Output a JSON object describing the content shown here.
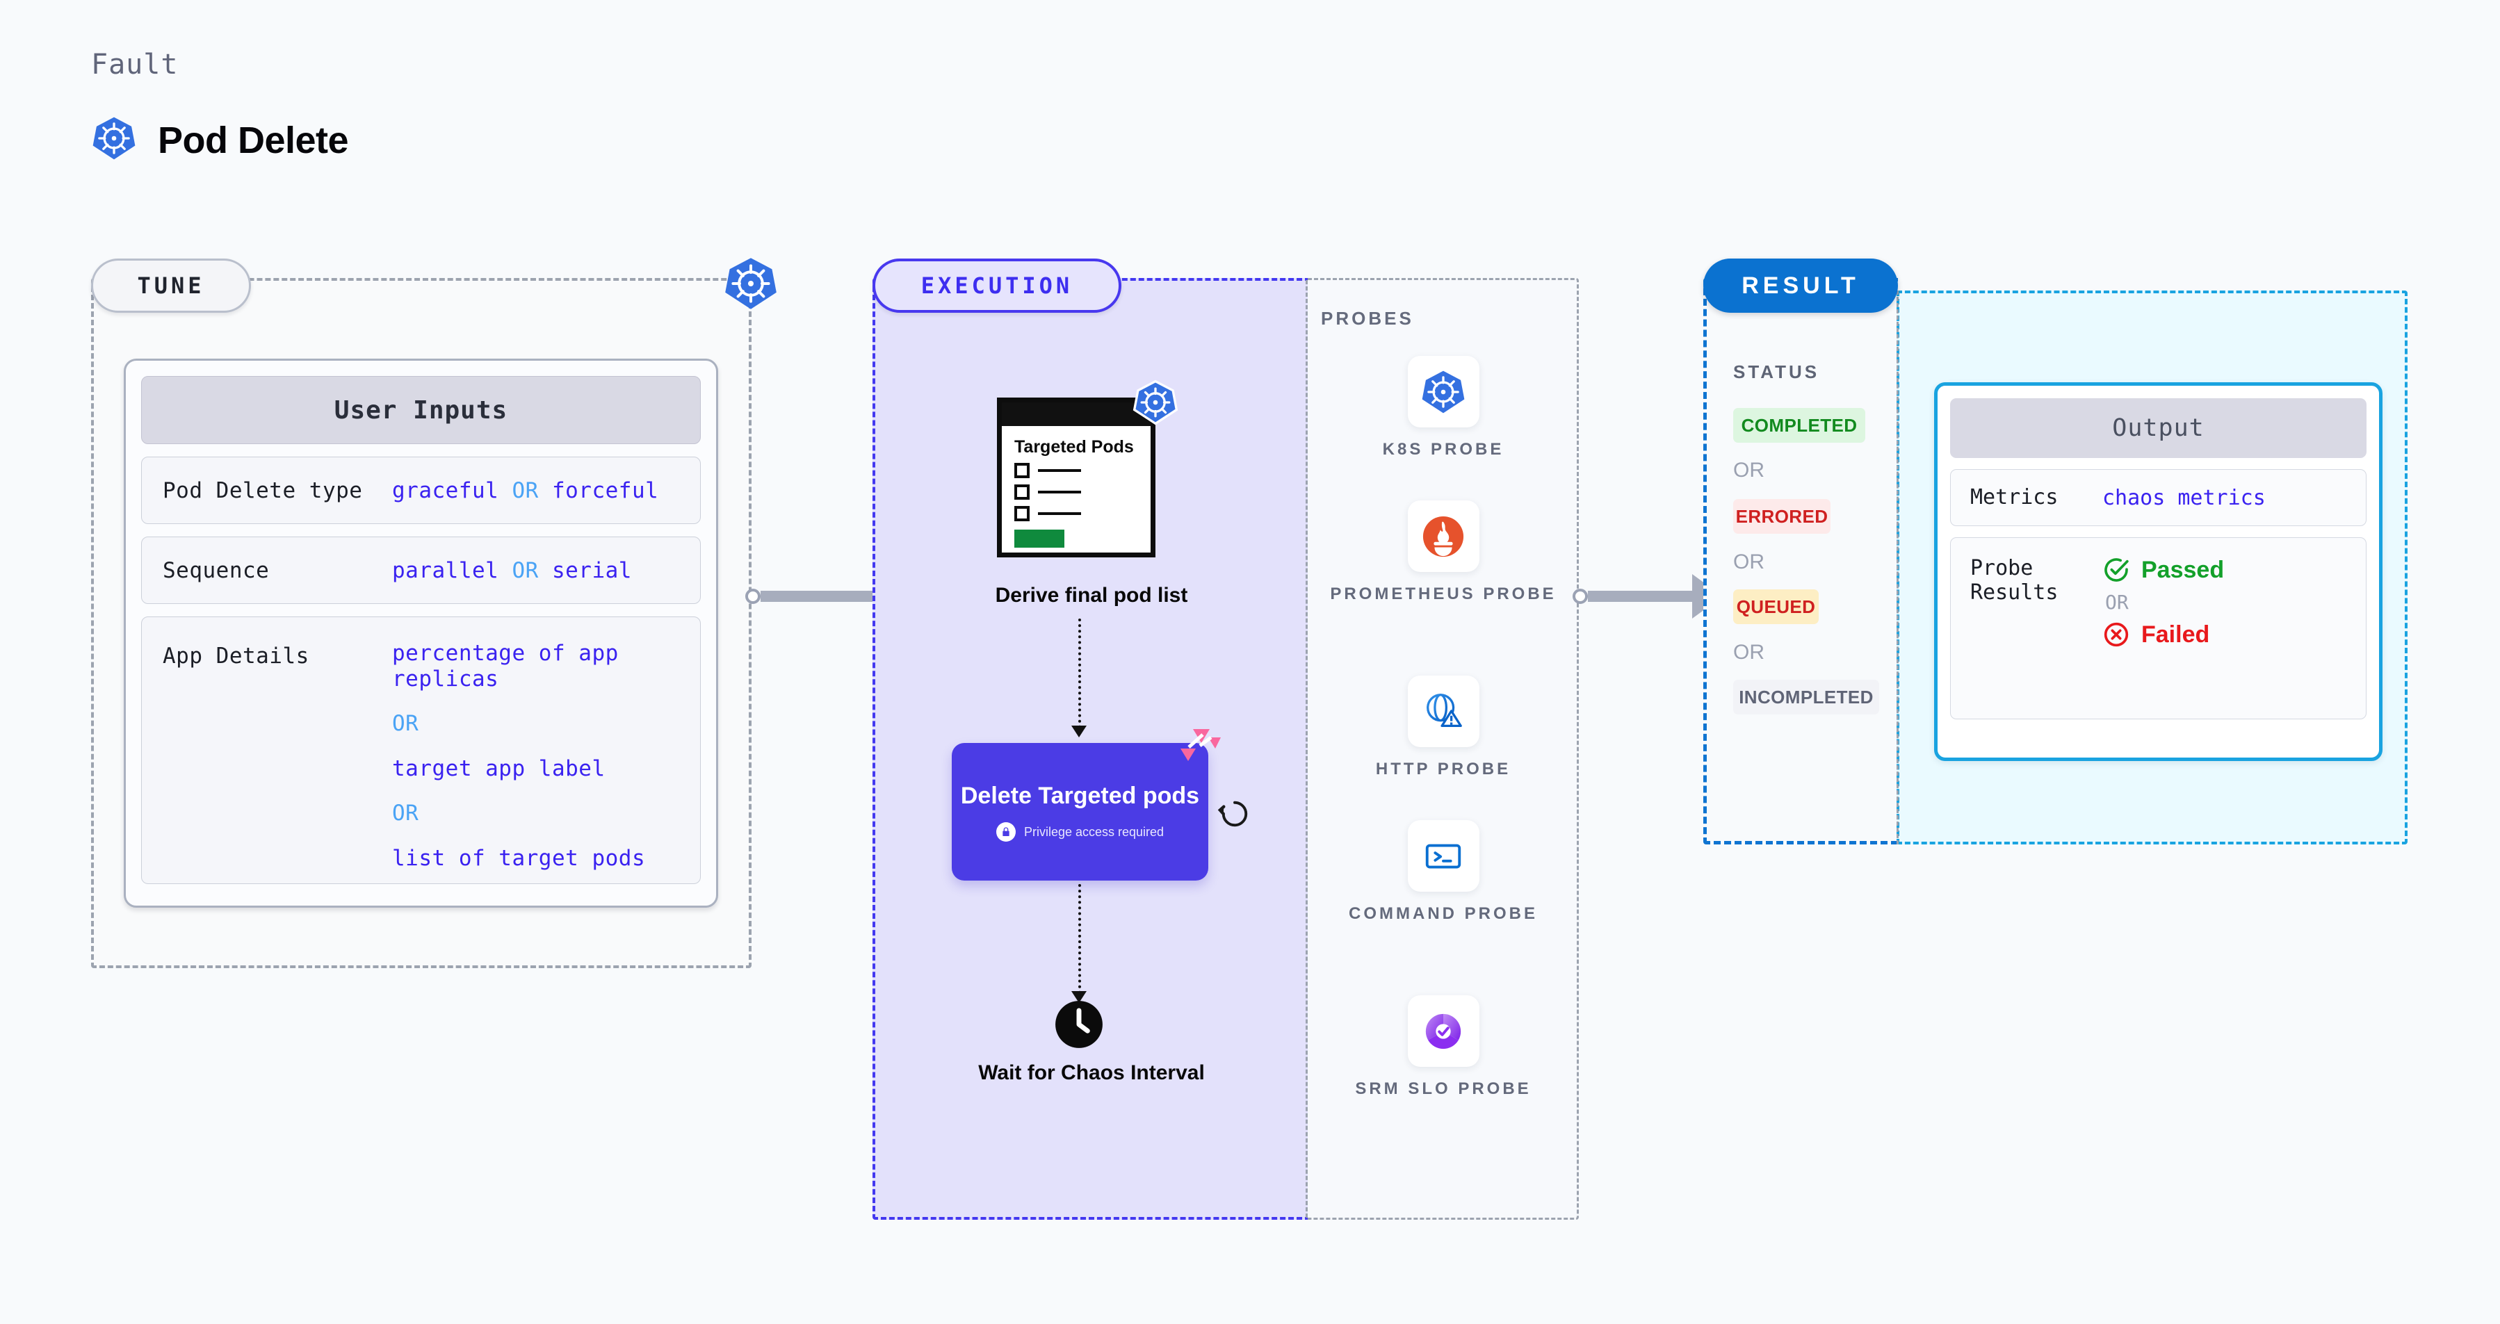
{
  "header": {
    "fault_label": "Fault",
    "fault_title": "Pod Delete",
    "fault_icon": "kubernetes-icon"
  },
  "tune": {
    "pill_label": "TUNE",
    "border_k8s_icon": "kubernetes-icon",
    "card": {
      "header": "User Inputs",
      "rows": [
        {
          "key": "Pod Delete type",
          "values": [
            "graceful",
            "forceful"
          ],
          "separator": "OR"
        },
        {
          "key": "Sequence",
          "values": [
            "parallel",
            "serial"
          ],
          "separator": "OR"
        },
        {
          "key": "App Details",
          "values": [
            "percentage of app replicas",
            "target app label",
            "list of target pods"
          ],
          "separator": "OR"
        }
      ]
    }
  },
  "execution": {
    "pill_label": "EXECUTION",
    "targeted_pods_card": {
      "heading": "Targeted Pods",
      "badge_icon": "kubernetes-icon",
      "checkbox_count": 3
    },
    "derive_label": "Derive final pod list",
    "delete_node": {
      "title": "Delete Targeted pods",
      "privilege_text": "Privilege access required",
      "privilege_icon": "lock-icon",
      "corner_icon": "harness-chaos-icon",
      "retry_icon": "retry-icon",
      "color": "#4b3ce5"
    },
    "wait_node": {
      "icon": "clock-icon",
      "label": "Wait for Chaos Interval"
    }
  },
  "probes": {
    "title": "PROBES",
    "items": [
      {
        "label": "K8S PROBE",
        "icon": "kubernetes-icon"
      },
      {
        "label": "PROMETHEUS PROBE",
        "icon": "prometheus-icon"
      },
      {
        "label": "HTTP PROBE",
        "icon": "globe-warning-icon"
      },
      {
        "label": "COMMAND PROBE",
        "icon": "terminal-icon"
      },
      {
        "label": "SRM SLO PROBE",
        "icon": "srm-slo-icon"
      }
    ]
  },
  "result": {
    "pill_label": "RESULT",
    "status_title": "STATUS",
    "separator": "OR",
    "statuses": [
      {
        "label": "COMPLETED",
        "bg": "#ddf6e0",
        "fg": "#128a1e"
      },
      {
        "label": "ERRORED",
        "bg": "#fdeaea",
        "fg": "#cf2020"
      },
      {
        "label": "QUEUED",
        "bg": "#fdeec4",
        "fg": "#cf2020"
      },
      {
        "label": "INCOMPLETED",
        "bg": "#f2f3f7",
        "fg": "#5f6476"
      }
    ]
  },
  "output": {
    "header": "Output",
    "metrics_key": "Metrics",
    "metrics_value": "chaos metrics",
    "probe_results_key": "Probe Results",
    "passed_label": "Passed",
    "passed_icon": "check-circle-icon",
    "failed_label": "Failed",
    "failed_icon": "x-circle-icon",
    "separator": "OR"
  },
  "colors": {
    "accent_purple": "#3d2ef0",
    "accent_blue": "#0b72d0",
    "accent_cyan": "#19a3e0",
    "k8s_blue": "#3470e0",
    "chaos_pink": "#f9679e",
    "success_green": "#13a02a",
    "error_red": "#e8191c"
  }
}
